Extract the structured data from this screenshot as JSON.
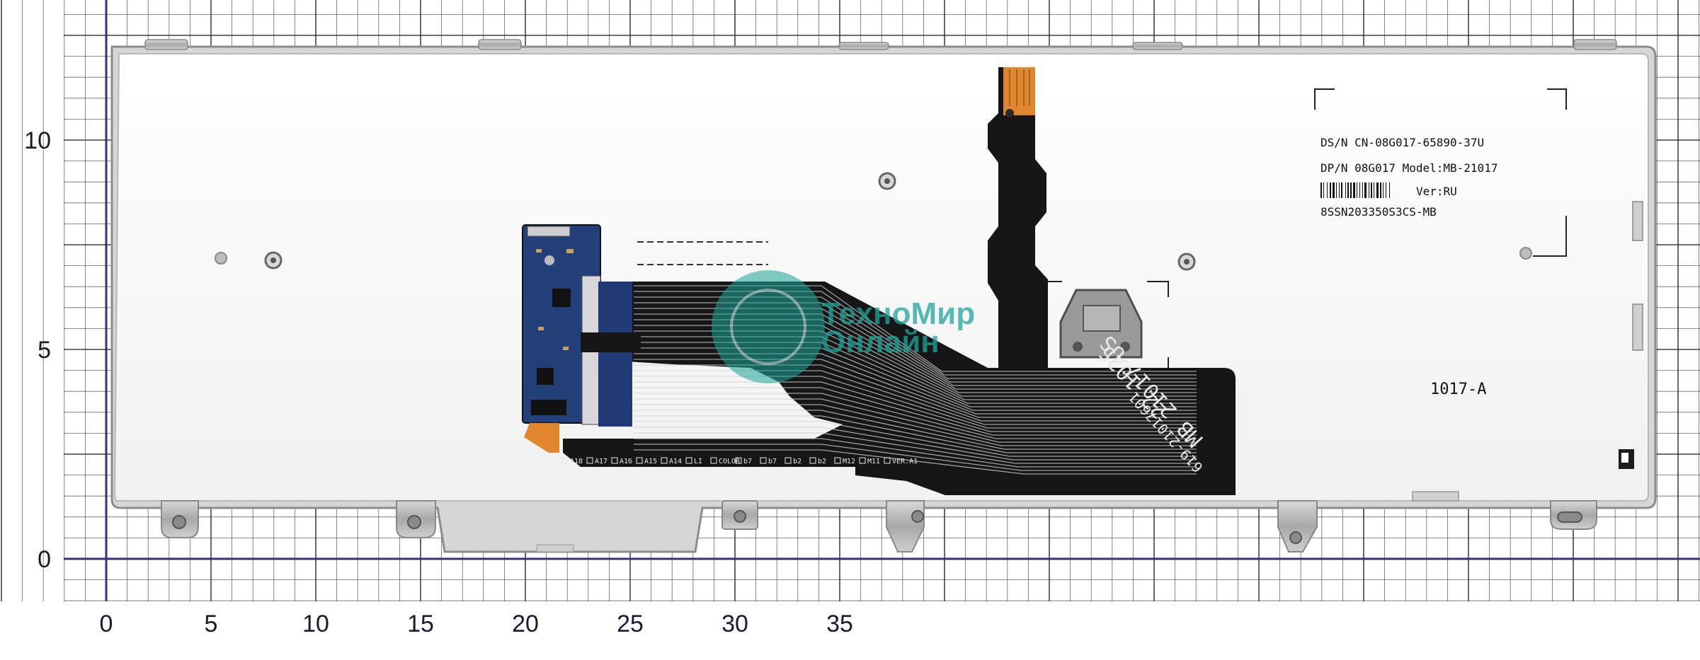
{
  "scale": {
    "x_ticks": [
      "0",
      "5",
      "10",
      "15",
      "20",
      "25",
      "30",
      "35"
    ],
    "y_ticks": [
      "0",
      "5",
      "10"
    ],
    "grid_color": "#2a2a33",
    "axis_color": "#3a2f7a"
  },
  "sticker": {
    "line1": "DS/N CN-08G017-65890-37U",
    "line2": "DP/N 08G017 Model:MB-21017",
    "line3": "Ver:RU",
    "line4": "8SSN203350S3CS-MB"
  },
  "code_mark": "1017-A",
  "ribbon_text": {
    "line1": "MB 21017-US",
    "line2": "22 1025",
    "line3": "619-21017601"
  },
  "pads": [
    "A18",
    "A17",
    "A16",
    "A15",
    "A14",
    "LI",
    "COLOR",
    "b7",
    "b7",
    "b2",
    "b2",
    "M12",
    "M11",
    "VER.A1"
  ],
  "watermark": {
    "line1": "ТехноМир",
    "line2": "Онлайн",
    "color": "#1fa59a"
  },
  "colors": {
    "plate": "#f7f7f7",
    "ribbon": "#161616",
    "board": "#24407a",
    "flex_orange": "#e0862e"
  }
}
